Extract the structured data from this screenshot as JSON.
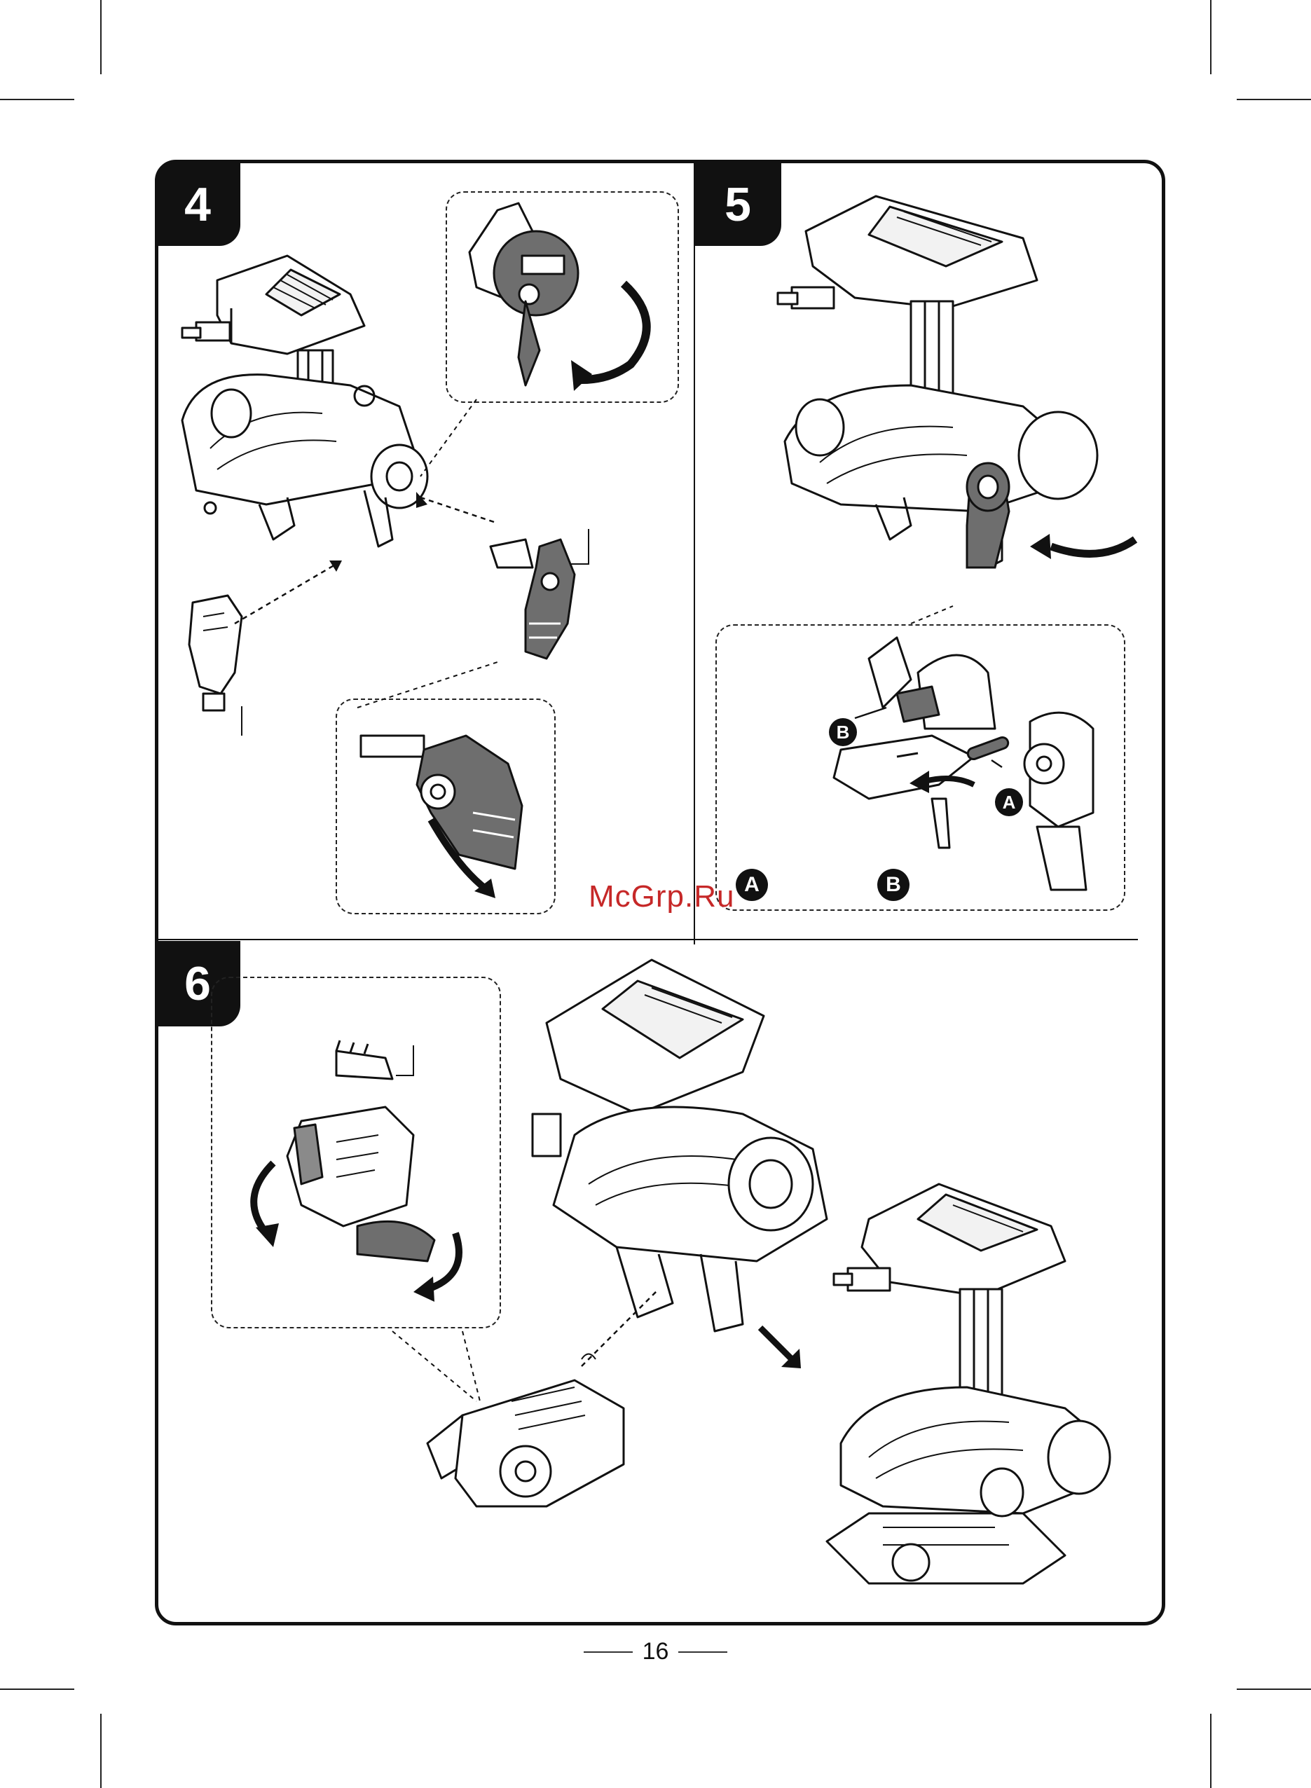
{
  "steps": [
    {
      "number": "4"
    },
    {
      "number": "5"
    },
    {
      "number": "6"
    }
  ],
  "step5_callouts": {
    "part_a": "A",
    "part_b": "B",
    "legend_a": "A",
    "legend_b": "B"
  },
  "watermark": "McGrp.Ru",
  "page_number": "16",
  "colors": {
    "ink": "#111111",
    "part_gray": "#6e6e6e",
    "watermark": "#c62828"
  },
  "icons": [
    "crop-mark",
    "curved-arrow",
    "dashed-guide-arrow",
    "robot-assembly-illustration"
  ]
}
